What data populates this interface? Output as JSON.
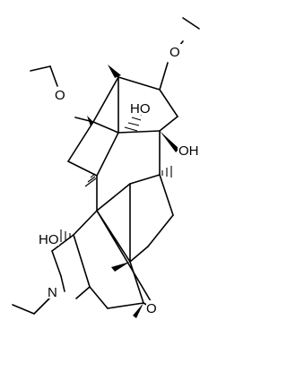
{
  "molecule": {
    "atom_labels": {
      "o_methoxy_right": "O",
      "o_methoxy_left": "O",
      "oh_top": "HO",
      "oh_right": "OH",
      "oh_left": "HO",
      "nitrogen": "N",
      "o_epoxide": "O"
    }
  }
}
